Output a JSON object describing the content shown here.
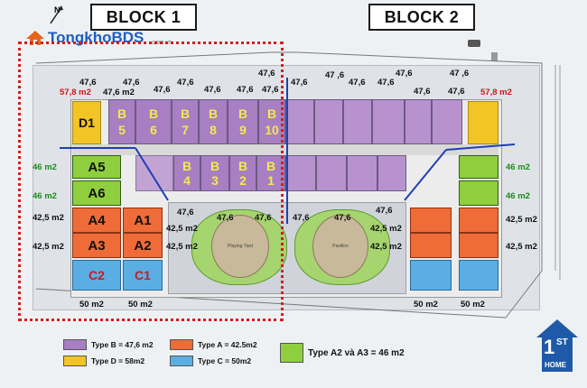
{
  "header": {
    "block1": "BLOCK 1",
    "block2": "BLOCK 2",
    "north": "N"
  },
  "logo": {
    "text_a": "Tongkho",
    "text_b": "BDS",
    "sub": ".com.vn"
  },
  "units": {
    "b_top": [
      {
        "l": "B",
        "n": "5"
      },
      {
        "l": "B",
        "n": "6"
      },
      {
        "l": "B",
        "n": "7"
      },
      {
        "l": "B",
        "n": "8"
      },
      {
        "l": "B",
        "n": "9"
      },
      {
        "l": "B",
        "n": "10"
      }
    ],
    "b_mid": [
      {
        "l": "B",
        "n": "4"
      },
      {
        "l": "B",
        "n": "3"
      },
      {
        "l": "B",
        "n": "2"
      },
      {
        "l": "B",
        "n": "1"
      }
    ],
    "d1": "D1",
    "a5": "A5",
    "a6": "A6",
    "a4": "A4",
    "a1": "A1",
    "a3": "A3",
    "a2": "A2",
    "c2": "C2",
    "c1": "C1"
  },
  "dims": {
    "d476": "47,6",
    "d476b": "47 ,6",
    "d476m2": "47,6 m2",
    "d578": "57,8 m2",
    "d46": "46 m2",
    "d425": "42,5 m2",
    "d50": "50 m2"
  },
  "plaza": {
    "oval1": "Playing Yard",
    "oval2": "Pavilion"
  },
  "legend": {
    "typeB": "Type B = 47,6 m2",
    "typeD": "Type D = 58m2",
    "typeA": "Type A = 42.5m2",
    "typeC": "Type C = 50m2",
    "typeA2A3": "Type  A2 và A3 = 46 m2"
  },
  "badge": {
    "num": "1",
    "sup": "ST",
    "word": "HOME"
  },
  "colors": {
    "purple": "#a77fc2",
    "yellow": "#f3c425",
    "orange": "#ef6b38",
    "blue": "#5aaee4",
    "green": "#8fcf3f",
    "red": "#d31f1f"
  }
}
